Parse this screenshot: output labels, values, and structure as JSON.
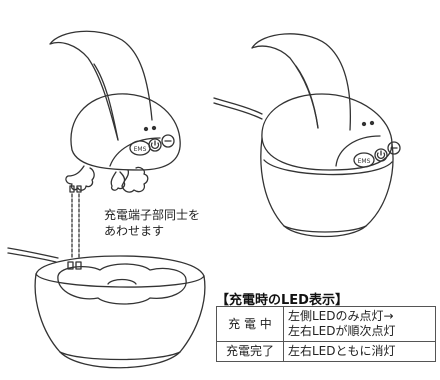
{
  "caption": {
    "line1": "充電端子部同士を",
    "line2": "あわせます"
  },
  "led_section": {
    "heading": "【充電時のLED表示】",
    "rows": [
      {
        "label": "充 電 中",
        "value_line1": "左側LEDのみ点灯→",
        "value_line2": "左右LEDが順次点灯"
      },
      {
        "label": "充電完了",
        "value_line1": "左右LEDともに消灯",
        "value_line2": ""
      }
    ]
  },
  "buttons": {
    "ems": "EMS"
  },
  "icons": [
    "power-icon",
    "mode-icon"
  ]
}
